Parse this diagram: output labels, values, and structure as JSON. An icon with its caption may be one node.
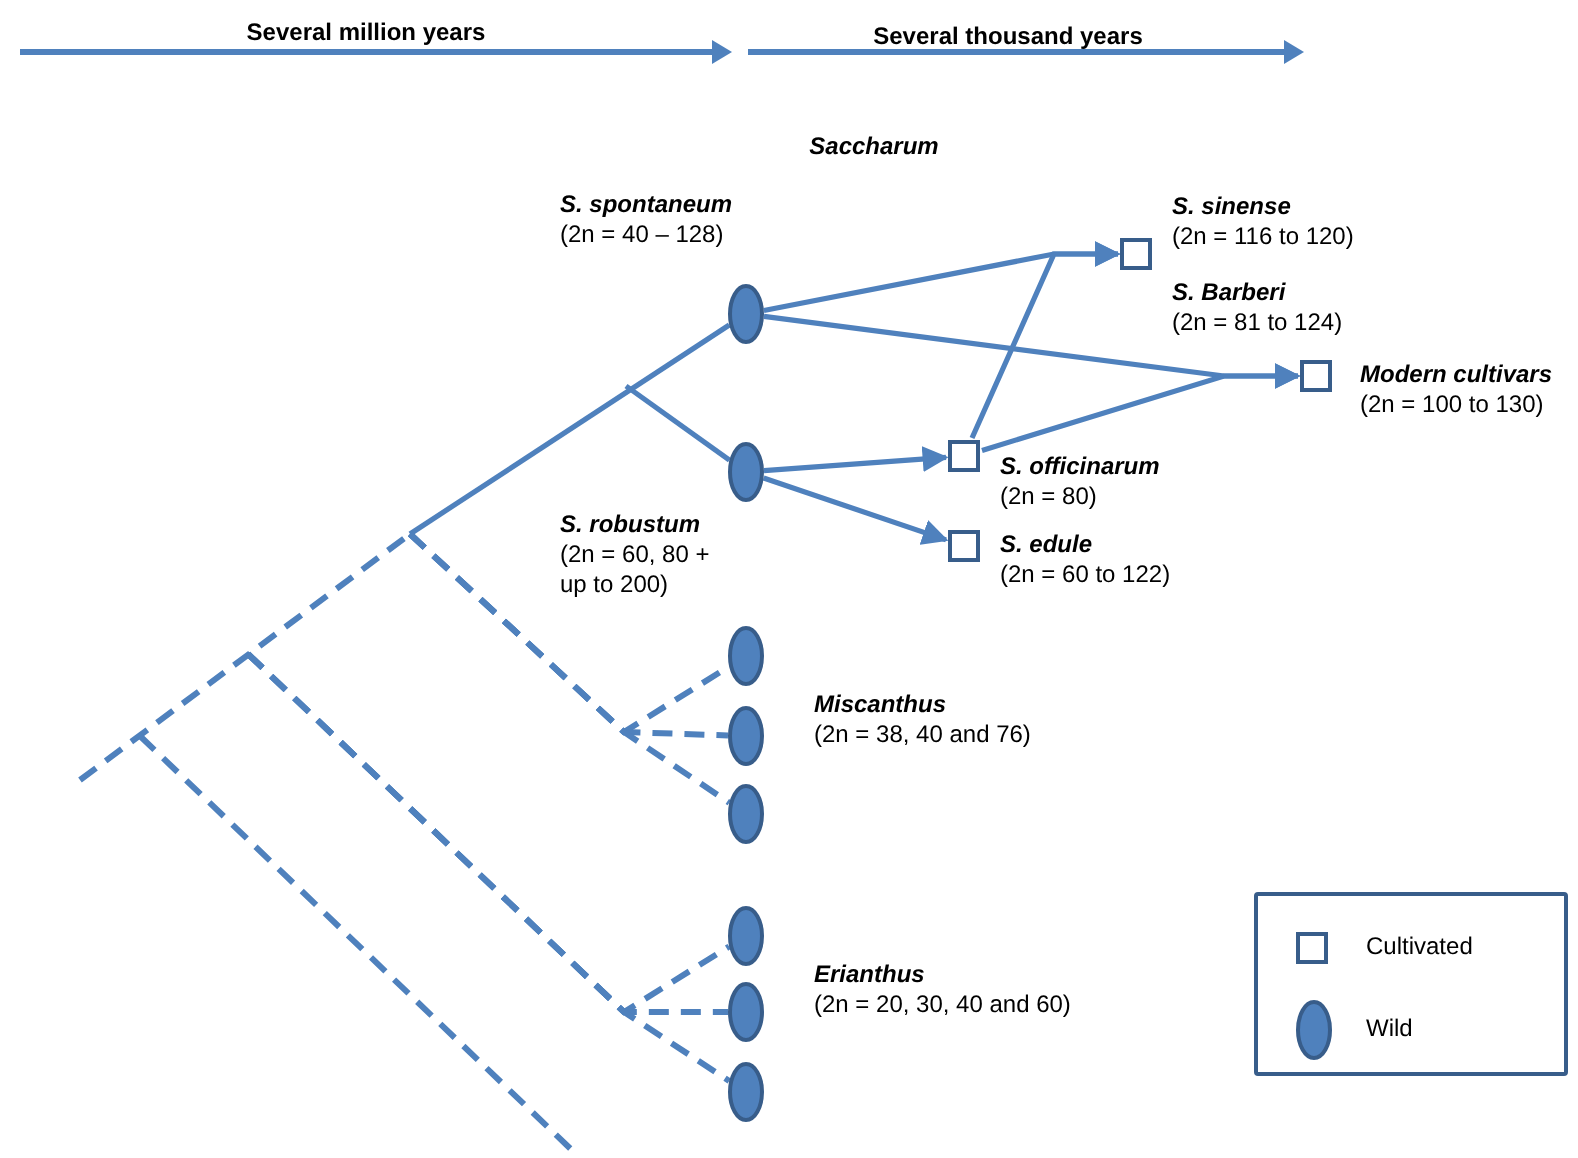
{
  "diagram": {
    "nodes": [
      {
        "text": [],
        "shape": "ellipse",
        "beside": [
          "S. spontaneum",
          "(2n = 40 – 128)"
        ]
      },
      {
        "text": [],
        "shape": "ellipse",
        "beside": [
          "S. robustum",
          "(2n = 60, 80 + up to 200)"
        ]
      },
      {
        "text": [],
        "shape": "box",
        "beside": [
          "S. officinarum",
          "(2n = 80)"
        ]
      },
      {
        "text": [],
        "shape": "box",
        "beside": [
          "S. edule",
          "(2n = 60 to 122)"
        ]
      },
      {
        "text": [],
        "shape": "box",
        "beside": [
          "S. sinense",
          "(2n = 116 to 120)",
          "S. Barberi",
          "(2n = 81 to 124)"
        ]
      },
      {
        "text": [],
        "shape": "box",
        "beside": [
          "Modern cultivars",
          "(2n = 100 to 130)"
        ]
      },
      {
        "text": [],
        "shape": "ellipse"
      },
      {
        "text": [],
        "shape": "ellipse",
        "beside": [
          "Miscanthus",
          "(2n = 38, 40 and 76)"
        ]
      },
      {
        "text": [],
        "shape": "ellipse"
      },
      {
        "text": [],
        "shape": "ellipse"
      },
      {
        "text": [],
        "shape": "ellipse",
        "beside": [
          "Erianthus",
          "(2n = 20, 30, 40 and 60)"
        ]
      },
      {
        "text": [],
        "shape": "ellipse"
      }
    ],
    "edges": [
      {
        "from": 0,
        "to": 4,
        "arrow": "to"
      },
      {
        "from": 2,
        "to": 4,
        "arrow": "to"
      },
      {
        "from": 0,
        "to": 5,
        "arrow": "to"
      },
      {
        "from": 2,
        "to": 5,
        "arrow": "to"
      },
      {
        "from": 1,
        "to": 2,
        "arrow": "to"
      },
      {
        "from": 1,
        "to": 3,
        "arrow": "to"
      },
      {
        "from": null,
        "to": 0,
        "arrow": "none"
      },
      {
        "from": null,
        "to": 1,
        "arrow": "none"
      },
      {
        "from": null,
        "to": 6,
        "arrow": "none",
        "style": "dashed"
      },
      {
        "from": null,
        "to": 7,
        "arrow": "none",
        "style": "dashed"
      },
      {
        "from": null,
        "to": 8,
        "arrow": "none",
        "style": "dashed"
      },
      {
        "from": null,
        "to": 9,
        "arrow": "none",
        "style": "dashed"
      },
      {
        "from": null,
        "to": 10,
        "arrow": "none",
        "style": "dashed"
      },
      {
        "from": null,
        "to": 11,
        "arrow": "none",
        "style": "dashed"
      }
    ],
    "labels": [
      "Several million years",
      "Several thousand years",
      "Saccharum"
    ],
    "legend": [
      {
        "text": "Cultivated"
      },
      {
        "text": "Wild"
      }
    ]
  }
}
